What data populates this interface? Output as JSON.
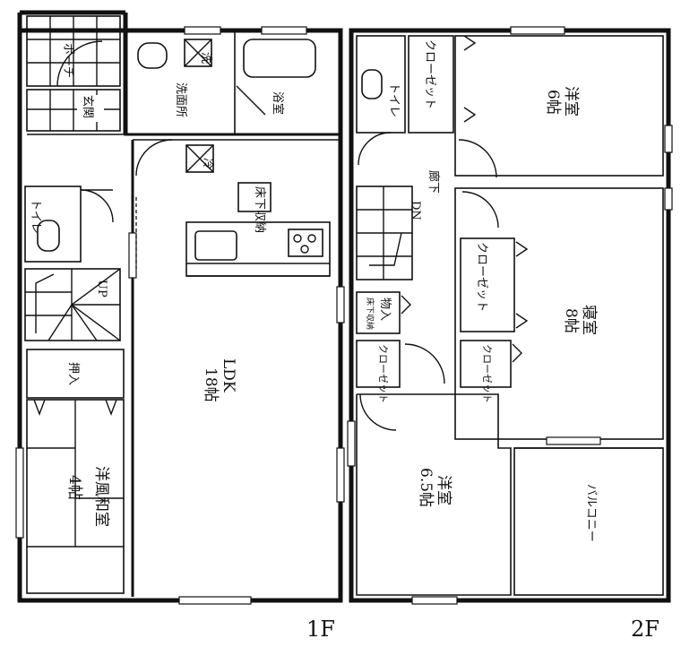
{
  "floor_labels": {
    "first": "1F",
    "second": "2F"
  },
  "first_floor": {
    "porch": "ポーチ",
    "entrance": "玄関",
    "toilet": "トイレ",
    "stairs_up": "UP",
    "washroom": "洗面所",
    "bath": "浴室",
    "washer_mark": "洗",
    "fridge_mark": "冷",
    "underfloor": "床下収納",
    "ldk_name": "LDK",
    "ldk_size": "18帖",
    "oshiire": "押入",
    "washitsu_name": "洋風和室",
    "washitsu_size": "4帖"
  },
  "second_floor": {
    "toilet": "トイレ",
    "closet_top": "クローゼット",
    "room1_name": "洋室",
    "room1_size": "6帖",
    "hallway": "廊下",
    "stairs_dn": "DN",
    "closet_mid": "クローゼット",
    "bedroom_name": "寝室",
    "bedroom_size": "8帖",
    "storage": "物入",
    "storage_note": "床下収納",
    "closet_small_left": "クローゼット",
    "closet_small_right": "クローゼット",
    "room2_name": "洋室",
    "room2_size": "6.5帖",
    "balcony": "バルコニー"
  }
}
